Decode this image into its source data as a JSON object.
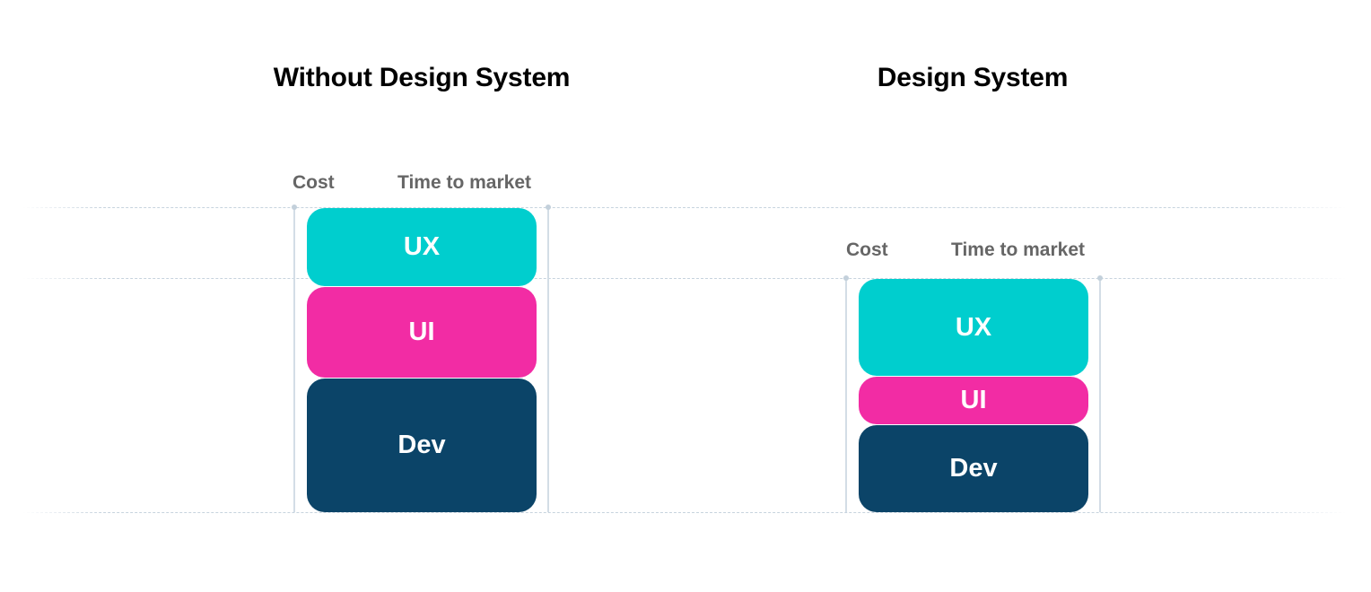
{
  "left": {
    "title": "Without Design System",
    "axis": {
      "left_label": "Cost",
      "right_label": "Time to market"
    },
    "blocks": [
      {
        "label": "UX",
        "color": "#00CECE"
      },
      {
        "label": "UI",
        "color": "#F22CA4"
      },
      {
        "label": "Dev",
        "color": "#0B4468"
      }
    ]
  },
  "right": {
    "title": "Design System",
    "axis": {
      "left_label": "Cost",
      "right_label": "Time to market"
    },
    "blocks": [
      {
        "label": "UX",
        "color": "#00CECE"
      },
      {
        "label": "UI",
        "color": "#F22CA4"
      },
      {
        "label": "Dev",
        "color": "#0B4468"
      }
    ]
  },
  "colors": {
    "ux": "#00CECE",
    "ui": "#F22CA4",
    "dev": "#0B4468",
    "axis_label": "#666666",
    "guide_line": "#C7D3DE",
    "title": "#000000"
  }
}
